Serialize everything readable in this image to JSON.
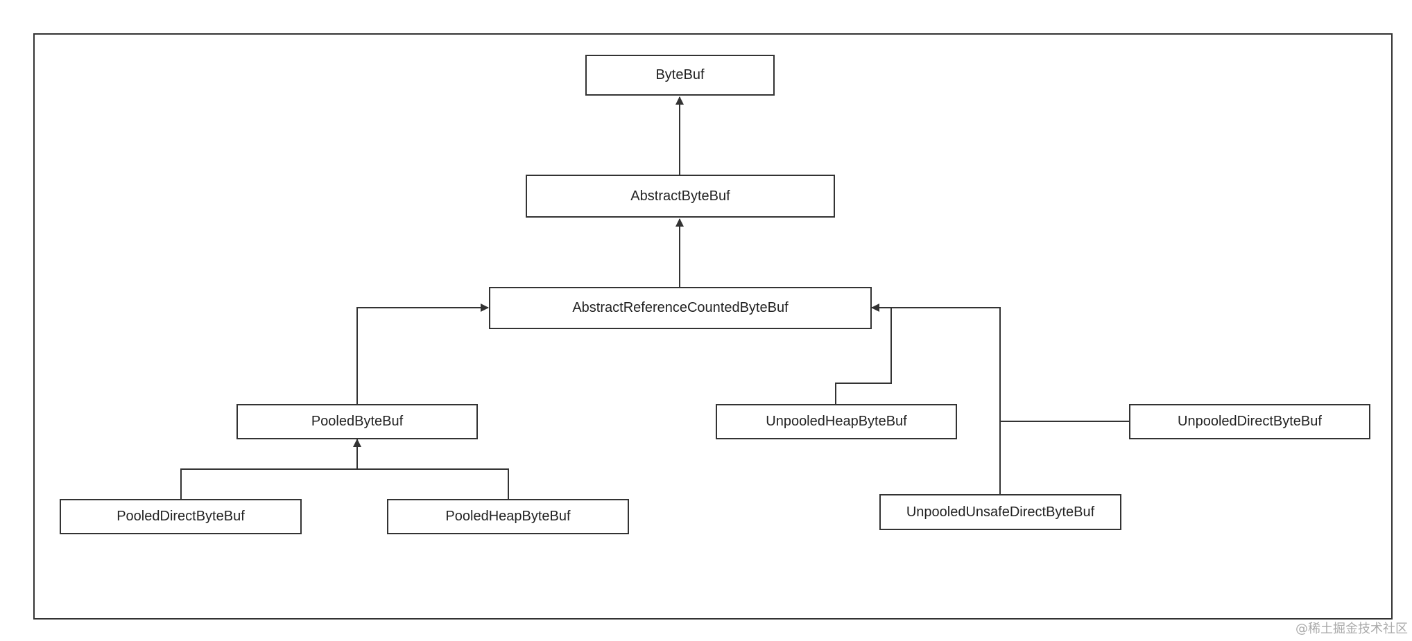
{
  "diagram": {
    "nodes": {
      "bytebuf": "ByteBuf",
      "abstract_bytebuf": "AbstractByteBuf",
      "abstract_refcounted": "AbstractReferenceCountedByteBuf",
      "pooled": "PooledByteBuf",
      "unpooled_heap": "UnpooledHeapByteBuf",
      "unpooled_direct": "UnpooledDirectByteBuf",
      "pooled_direct": "PooledDirectByteBuf",
      "pooled_heap": "PooledHeapByteBuf",
      "unpooled_unsafe_direct": "UnpooledUnsafeDirectByteBuf"
    },
    "edges": [
      {
        "from": "AbstractByteBuf",
        "to": "ByteBuf"
      },
      {
        "from": "AbstractReferenceCountedByteBuf",
        "to": "AbstractByteBuf"
      },
      {
        "from": "PooledByteBuf",
        "to": "AbstractReferenceCountedByteBuf"
      },
      {
        "from": "UnpooledHeapByteBuf",
        "to": "AbstractReferenceCountedByteBuf"
      },
      {
        "from": "UnpooledDirectByteBuf",
        "to": "AbstractReferenceCountedByteBuf"
      },
      {
        "from": "UnpooledUnsafeDirectByteBuf",
        "to": "AbstractReferenceCountedByteBuf"
      },
      {
        "from": "PooledDirectByteBuf",
        "to": "PooledByteBuf"
      },
      {
        "from": "PooledHeapByteBuf",
        "to": "PooledByteBuf"
      }
    ]
  },
  "watermark": "@稀土掘金技术社区",
  "colors": {
    "line": "#333333",
    "text": "#222222",
    "background": "#ffffff"
  }
}
